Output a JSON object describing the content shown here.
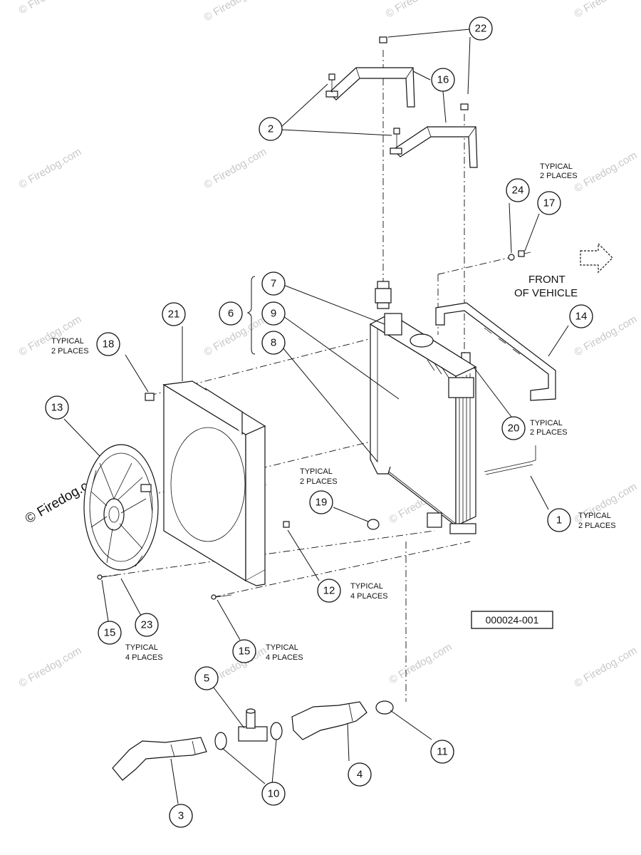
{
  "watermark": "© Firedog.com",
  "drawing_number": "000024-001",
  "front_label": [
    "FRONT",
    "OF VEHICLE"
  ],
  "notes": {
    "typ2": [
      "TYPICAL",
      "2 PLACES"
    ],
    "typ4": [
      "TYPICAL",
      "4 PLACES"
    ]
  },
  "callouts": {
    "c1": "1",
    "c2": "2",
    "c3": "3",
    "c4": "4",
    "c5": "5",
    "c6": "6",
    "c7": "7",
    "c8": "8",
    "c9": "9",
    "c10": "10",
    "c11": "11",
    "c12": "12",
    "c13": "13",
    "c14": "14",
    "c15a": "15",
    "c15b": "15",
    "c16": "16",
    "c17": "17",
    "c18": "18",
    "c19": "19",
    "c20": "20",
    "c21": "21",
    "c22": "22",
    "c23": "23",
    "c24": "24"
  }
}
